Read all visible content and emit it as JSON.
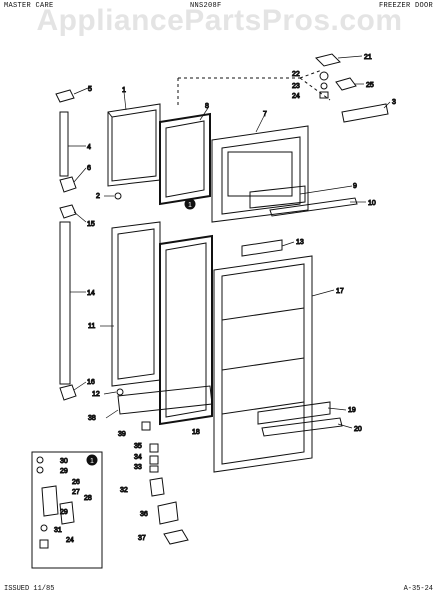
{
  "header": {
    "left": "MASTER CARE",
    "center": "NNS208F",
    "right": "FREEZER DOOR"
  },
  "watermark": "AppliancePartsPros.com",
  "footer": {
    "issued": "ISSUED 11/85",
    "code": "A-35-24"
  },
  "callouts": {
    "n1": "1",
    "n2": "2",
    "n3": "3",
    "n4": "4",
    "n5": "5",
    "n6": "6",
    "n7": "7",
    "n8": "8",
    "n9": "9",
    "n10": "10",
    "n11": "11",
    "n12": "12",
    "n13": "13",
    "n14": "14",
    "n15": "15",
    "n16": "16",
    "n17": "17",
    "n18": "18",
    "n19": "19",
    "n20": "20",
    "n21": "21",
    "n22": "22",
    "n23": "23",
    "n24": "24",
    "n25": "25",
    "n26": "26",
    "n27": "27",
    "n28": "28",
    "n29a": "29",
    "n29b": "29",
    "n30": "30",
    "n31": "31",
    "n32": "32",
    "n33": "33",
    "n34": "34",
    "n35": "35",
    "n36": "36",
    "n37": "37",
    "n38": "38",
    "n39": "39",
    "n24b": "24",
    "insetA": "1",
    "insetB": "1"
  }
}
